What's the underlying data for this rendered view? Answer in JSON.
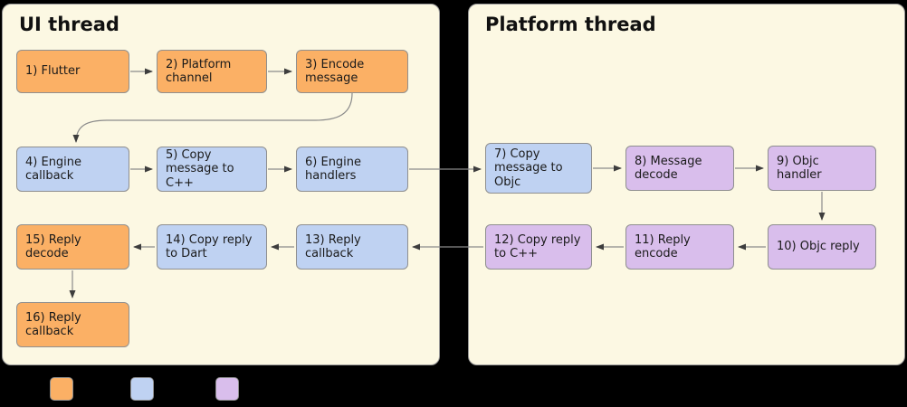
{
  "diagram": {
    "ui_thread": {
      "title": "UI thread"
    },
    "platform_thread": {
      "title": "Platform thread"
    },
    "nodes": {
      "n1": "1) Flutter",
      "n2": "2) Platform channel",
      "n3": "3) Encode message",
      "n4": "4) Engine callback",
      "n5": "5) Copy message to C++",
      "n6": "6) Engine handlers",
      "n7": "7) Copy message to Objc",
      "n8": "8) Message decode",
      "n9": "9) Objc handler",
      "n10": "10) Objc reply",
      "n11": "11) Reply encode",
      "n12": "12) Copy reply to C++",
      "n13": "13) Reply callback",
      "n14": "14) Copy reply to Dart",
      "n15": "15) Reply decode",
      "n16": "16) Reply callback"
    },
    "colors": {
      "dart": "#FBB065",
      "cpp": "#BFD2F2",
      "objc": "#D9BEEC",
      "panel": "#FCF8E3",
      "arrow": "#8a8a8a"
    }
  }
}
